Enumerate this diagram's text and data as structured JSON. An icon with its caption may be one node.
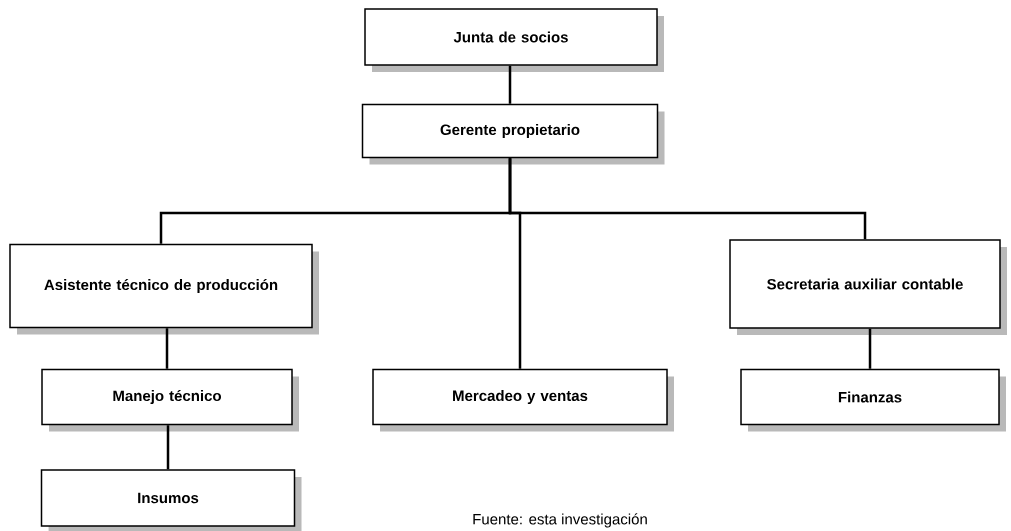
{
  "diagram": {
    "nodes": [
      {
        "text": [
          "Junta de socios"
        ]
      },
      {
        "text": [
          "Gerente propietario"
        ]
      },
      {
        "text": [
          "Asistente técnico de producción"
        ]
      },
      {
        "text": [
          "Secretaria auxiliar contable"
        ]
      },
      {
        "text": [
          "Manejo técnico"
        ]
      },
      {
        "text": [
          "Mercadeo y ventas"
        ]
      },
      {
        "text": [
          "Finanzas"
        ]
      },
      {
        "text": [
          "Insumos"
        ]
      }
    ],
    "edges": [
      {
        "from": 0,
        "to": 1,
        "arrow": "none"
      },
      {
        "from": 1,
        "to": 2,
        "arrow": "none"
      },
      {
        "from": 1,
        "to": 5,
        "arrow": "none"
      },
      {
        "from": 1,
        "to": 3,
        "arrow": "none"
      },
      {
        "from": 2,
        "to": 4,
        "arrow": "none"
      },
      {
        "from": 3,
        "to": 6,
        "arrow": "none"
      },
      {
        "from": 4,
        "to": 7,
        "arrow": "none"
      }
    ],
    "labels": [
      "Fuente: esta investigación"
    ]
  }
}
